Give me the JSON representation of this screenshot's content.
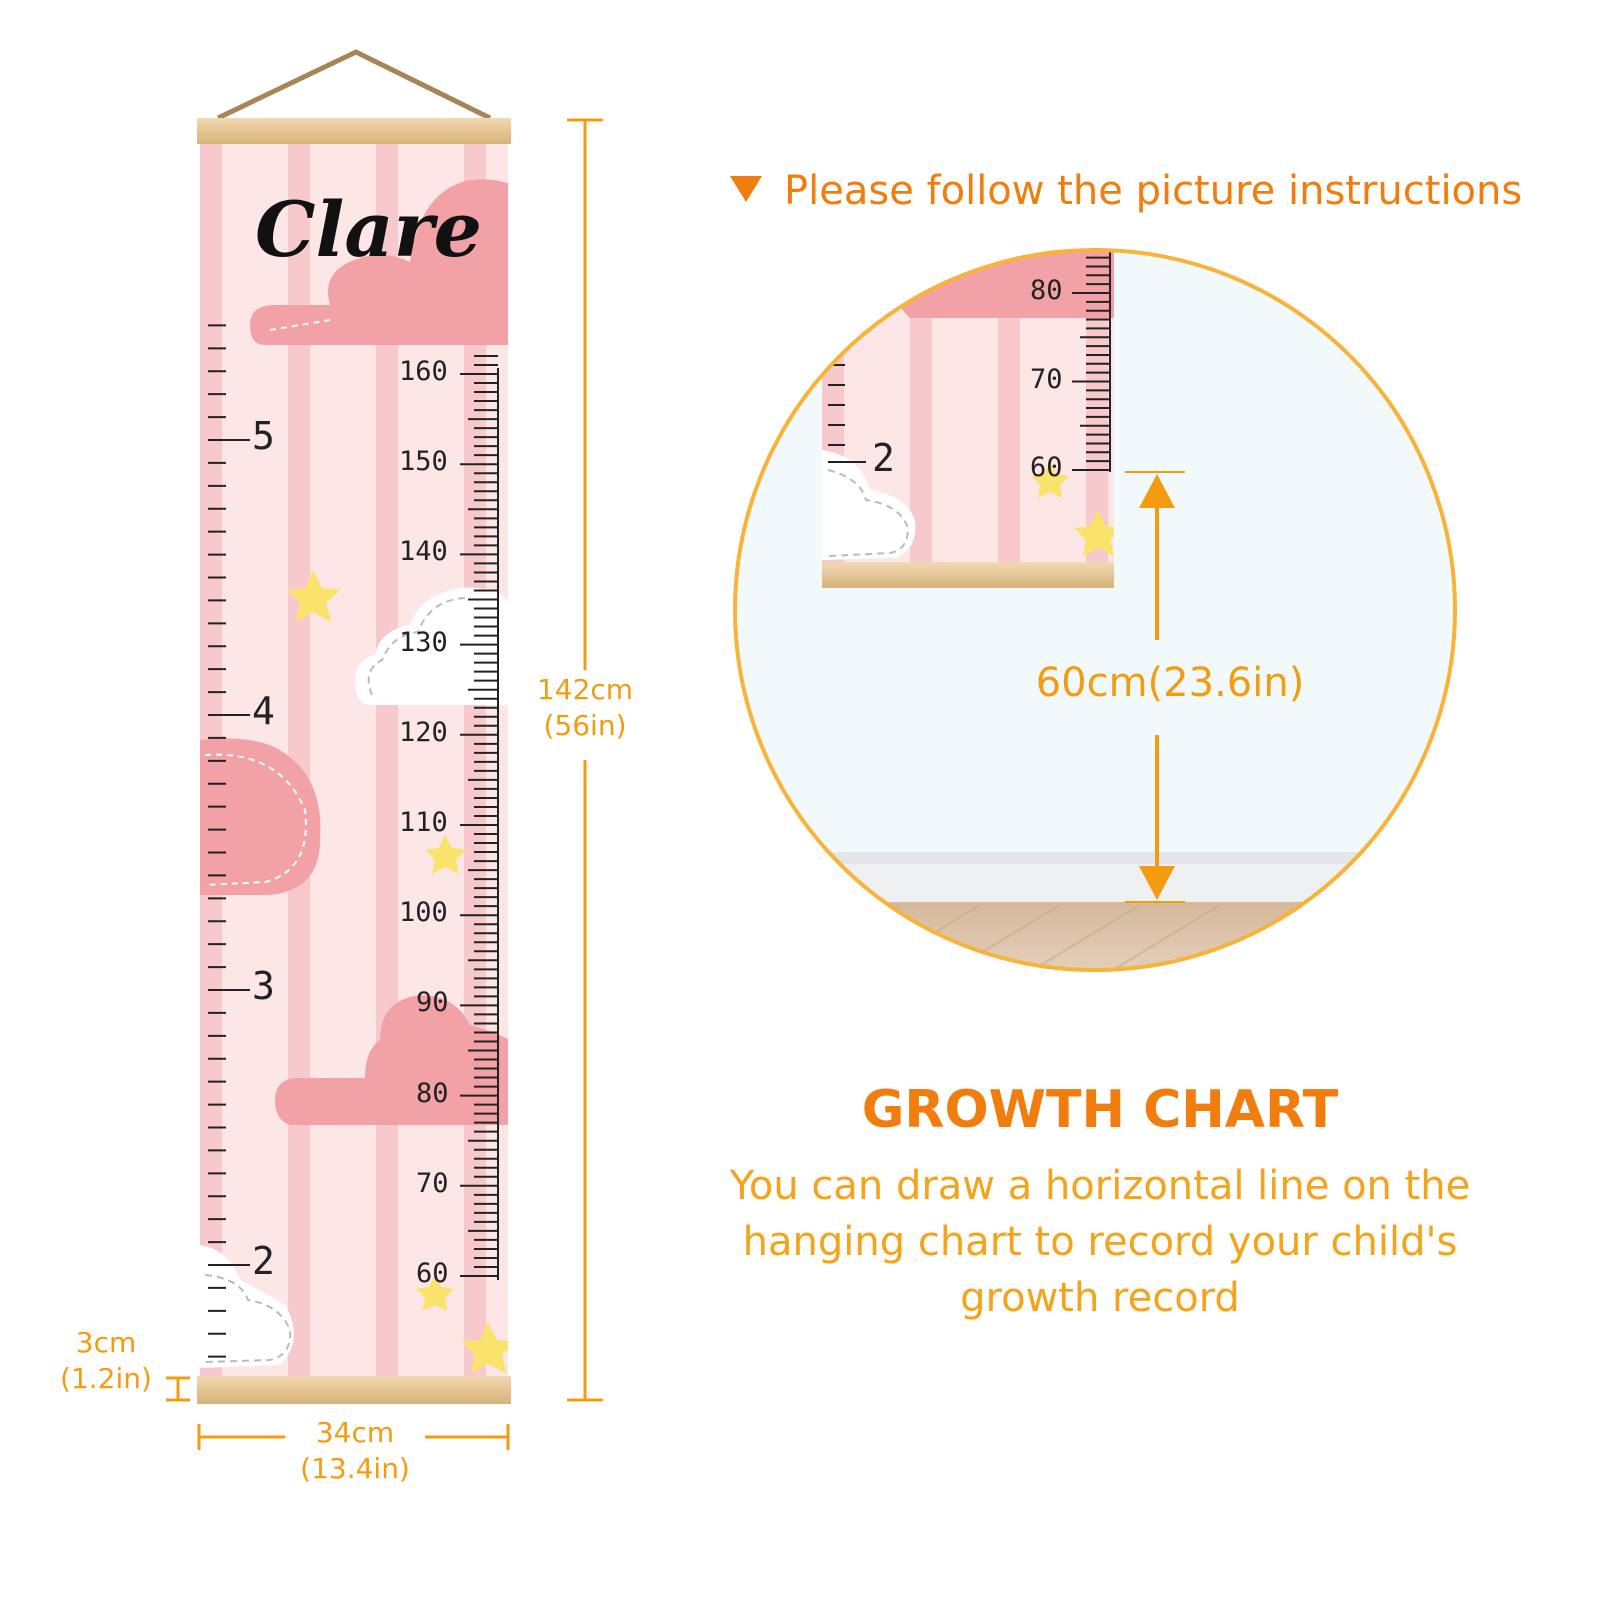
{
  "chart_banner": {
    "name": "Clare",
    "cm_labels": [
      "160",
      "150",
      "140",
      "130",
      "120",
      "110",
      "100",
      "90",
      "80",
      "70",
      "60"
    ],
    "ft_labels": [
      "5",
      "4",
      "3",
      "2"
    ]
  },
  "dimensions": {
    "height_cm": "142cm",
    "height_in": "(56in)",
    "bar_cm": "3cm",
    "bar_in": "(1.2in)",
    "width_cm": "34cm",
    "width_in": "(13.4in)"
  },
  "instructions": {
    "heading": "Please follow the picture instructions",
    "zoom_cm_labels": [
      "80",
      "70",
      "60"
    ],
    "zoom_ft_label": "2",
    "mount_height": "60cm(23.6in)"
  },
  "product": {
    "title": "GROWTH CHART",
    "description_lines": [
      "You can draw a horizontal line on the",
      "hanging chart to record your child's",
      "growth record"
    ]
  },
  "colors": {
    "accent": "#f07d0e",
    "accent_light": "#f5a31a",
    "stripe_pink": "#f8c9cc",
    "stripe_light": "#fde6e6",
    "cloud_pink": "#f2a2a6",
    "wood": "#e8c99b"
  }
}
